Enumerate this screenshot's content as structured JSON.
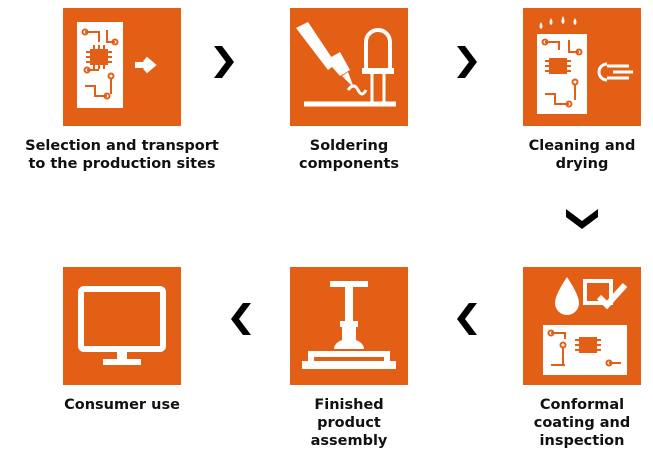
{
  "accent_color": "#e45f16",
  "steps": [
    {
      "label": "Selection and transport\nto the production sites",
      "icon": "circuit-board-transport-icon"
    },
    {
      "label": "Soldering\ncomponents",
      "icon": "soldering-iron-icon"
    },
    {
      "label": "Cleaning and\ndrying",
      "icon": "cleaning-drying-icon"
    },
    {
      "label": "Conformal\ncoating and\ninspection",
      "icon": "coating-inspection-icon"
    },
    {
      "label": "Finished\nproduct\nassembly",
      "icon": "assembly-press-icon"
    },
    {
      "label": "Consumer use",
      "icon": "monitor-icon"
    }
  ],
  "arrows": [
    "chevron-right-icon",
    "chevron-right-icon",
    "chevron-down-icon",
    "chevron-left-icon",
    "chevron-left-icon"
  ]
}
